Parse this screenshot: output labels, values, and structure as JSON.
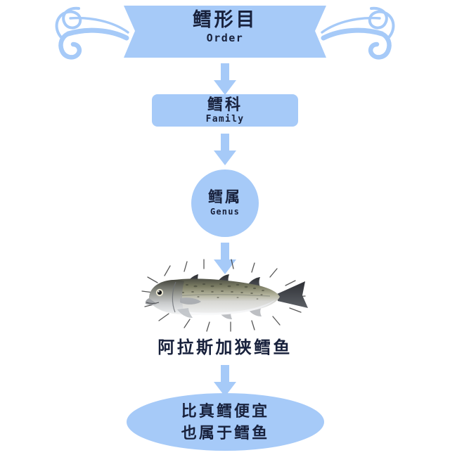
{
  "diagram": {
    "title_cn": "鳕形目",
    "type": "taxonomy-flowchart",
    "accent_color": "#a6caf8",
    "text_color": "#18213c",
    "background_color": "#ffffff"
  },
  "nodes": {
    "order": {
      "shape": "ribbon-banner",
      "cn": "鳕形目",
      "en": "Order"
    },
    "family": {
      "shape": "rounded-rectangle",
      "cn": "鳕科",
      "en": "Family"
    },
    "genus": {
      "shape": "circle",
      "cn": "鳕属",
      "en": "Genus"
    },
    "species": {
      "shape": "illustration",
      "icon": "alaska-pollock-fish-illustration",
      "cn": "阿拉斯加狭鳕鱼"
    },
    "conclusion": {
      "shape": "ellipse",
      "line1": "比真鳕便宜",
      "line2": "也属于鳕鱼"
    }
  },
  "arrows": [
    {
      "name": "arrow-order-to-family",
      "direction": "down"
    },
    {
      "name": "arrow-family-to-genus",
      "direction": "down"
    },
    {
      "name": "arrow-genus-to-species",
      "direction": "down"
    },
    {
      "name": "arrow-species-to-conclusion",
      "direction": "down"
    }
  ],
  "decorations": {
    "left_flourish": "swirl-flourish-left",
    "right_flourish": "swirl-flourish-right",
    "shine_lines": "radiating-shine-lines"
  }
}
